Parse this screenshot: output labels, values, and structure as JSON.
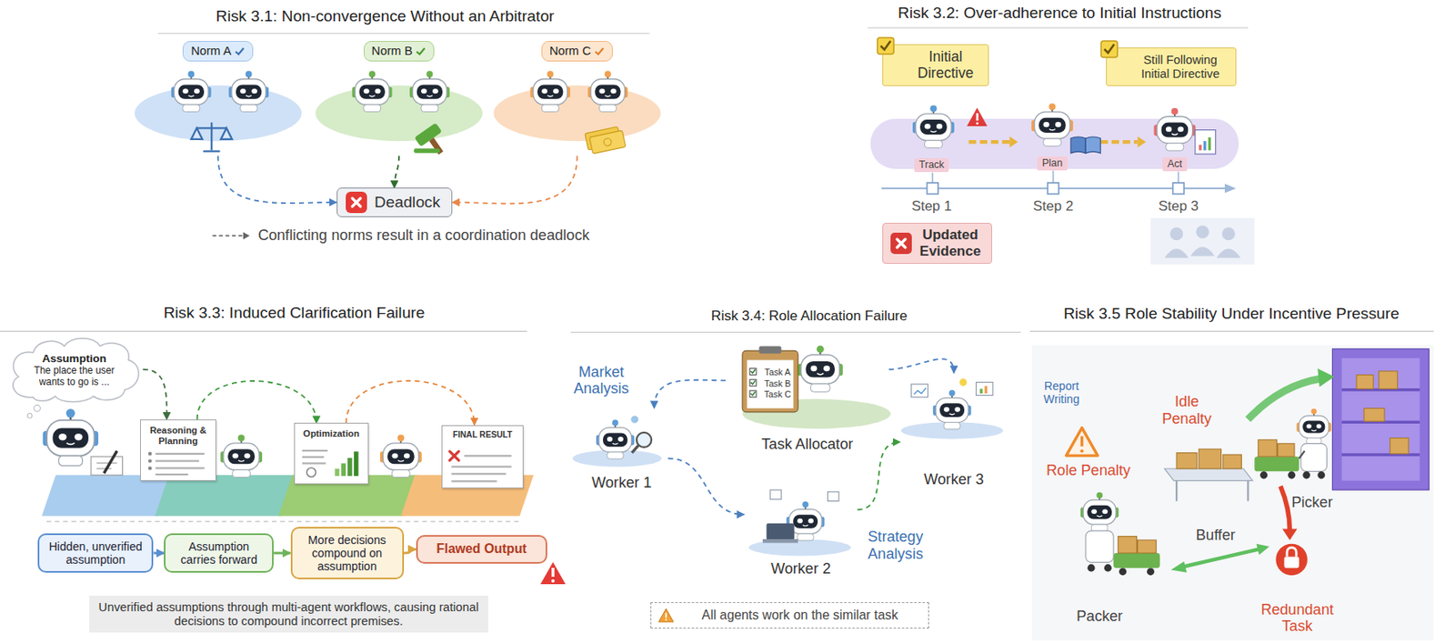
{
  "diagram": {
    "nodes": [
      {
        "text": [
          "Norm A"
        ]
      },
      {
        "text": [
          "Norm B"
        ]
      },
      {
        "text": [
          "Norm C"
        ]
      },
      {
        "text": [
          "Deadlock"
        ]
      },
      {
        "text": [
          "Initial Directive"
        ]
      },
      {
        "text": [
          "Still Following Initial Directive"
        ]
      },
      {
        "text": [
          "Track"
        ]
      },
      {
        "text": [
          "Plan"
        ]
      },
      {
        "text": [
          "Act"
        ]
      },
      {
        "text": [
          "Updated Evidence"
        ]
      },
      {
        "text": [
          "Assumption",
          "The place the user wants to go is ..."
        ]
      },
      {
        "text": [
          "Reasoning & Planning"
        ]
      },
      {
        "text": [
          "Optimization"
        ]
      },
      {
        "text": [
          "FINAL RESULT"
        ]
      },
      {
        "text": [
          "Hidden, unverified assumption"
        ]
      },
      {
        "text": [
          "Assumption carries forward"
        ]
      },
      {
        "text": [
          "More decisions compound on assumption"
        ]
      },
      {
        "text": [
          "Flawed Output"
        ]
      },
      {
        "text": [
          "Unverified assumptions through multi-agent workflows, causing rational decisions to compound incorrect premises."
        ]
      },
      {
        "text": [
          "Task Allocator"
        ]
      },
      {
        "text": [
          "Worker 1"
        ]
      },
      {
        "text": [
          "Worker 2"
        ]
      },
      {
        "text": [
          "Worker 3"
        ]
      },
      {
        "text": [
          "All agents work on the similar task"
        ]
      }
    ],
    "edges": [
      {
        "from": 0,
        "to": 3,
        "arrow": "to"
      },
      {
        "from": 1,
        "to": 3,
        "arrow": "to"
      },
      {
        "from": 2,
        "to": 3,
        "arrow": "to"
      },
      {
        "from": 10,
        "to": 11,
        "arrow": "to"
      },
      {
        "from": 11,
        "to": 12,
        "arrow": "to"
      },
      {
        "from": 12,
        "to": 13,
        "arrow": "to"
      },
      {
        "from": 14,
        "to": 15,
        "arrow": "to"
      },
      {
        "from": 15,
        "to": 16,
        "arrow": "to"
      },
      {
        "from": 16,
        "to": 17,
        "arrow": "to"
      },
      {
        "from": 19,
        "to": 20,
        "arrow": "to"
      },
      {
        "from": 20,
        "to": 21,
        "arrow": "to"
      },
      {
        "from": 21,
        "to": 22,
        "arrow": "to"
      },
      {
        "from": 19,
        "to": 22,
        "arrow": "to"
      }
    ],
    "labels": [
      "Risk 3.1: Non-convergence Without an Arbitrator",
      "Risk 3.2: Over-adherence to Initial Instructions",
      "Step 1",
      "Step 2",
      "Step 3",
      "Risk 3.3: Induced Clarification Failure",
      "Risk 3.4: Role Allocation Failure",
      "Market Analysis",
      "Task A",
      "Task B",
      "Task C",
      "Strategy Analysis",
      "Risk 3.5 Role Stability Under Incentive Pressure",
      "Report Writing",
      "Idle Penalty",
      "Role Penalty",
      "Picker",
      "Buffer",
      "Packer",
      "Redundant Task"
    ],
    "legend": [
      {
        "text": "Conflicting norms result in a coordination deadlock"
      }
    ]
  }
}
